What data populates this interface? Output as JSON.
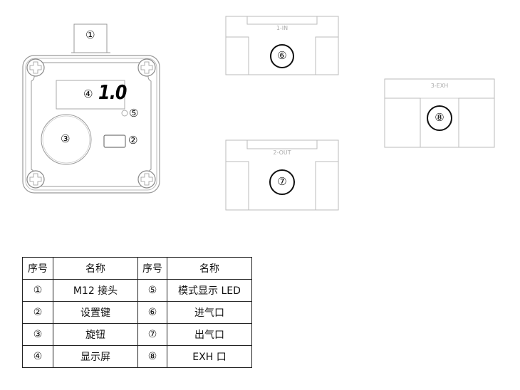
{
  "device": {
    "display_value": "1.0",
    "callouts": {
      "connector": "①",
      "set_key": "②",
      "knob": "③",
      "display": "④",
      "led": "⑤"
    }
  },
  "ports": [
    {
      "label": "1-IN",
      "callout": "⑥"
    },
    {
      "label": "2-OUT",
      "callout": "⑦"
    },
    {
      "label": "3-EXH",
      "callout": "⑧"
    }
  ],
  "table": {
    "headers": [
      "序号",
      "名称",
      "序号",
      "名称"
    ],
    "rows": [
      [
        "①",
        "M12 接头",
        "⑤",
        "模式显示 LED"
      ],
      [
        "②",
        "设置键",
        "⑥",
        "进气口"
      ],
      [
        "③",
        "旋钮",
        "⑦",
        "出气口"
      ],
      [
        "④",
        "显示屏",
        "⑧",
        "EXH 口"
      ]
    ]
  }
}
